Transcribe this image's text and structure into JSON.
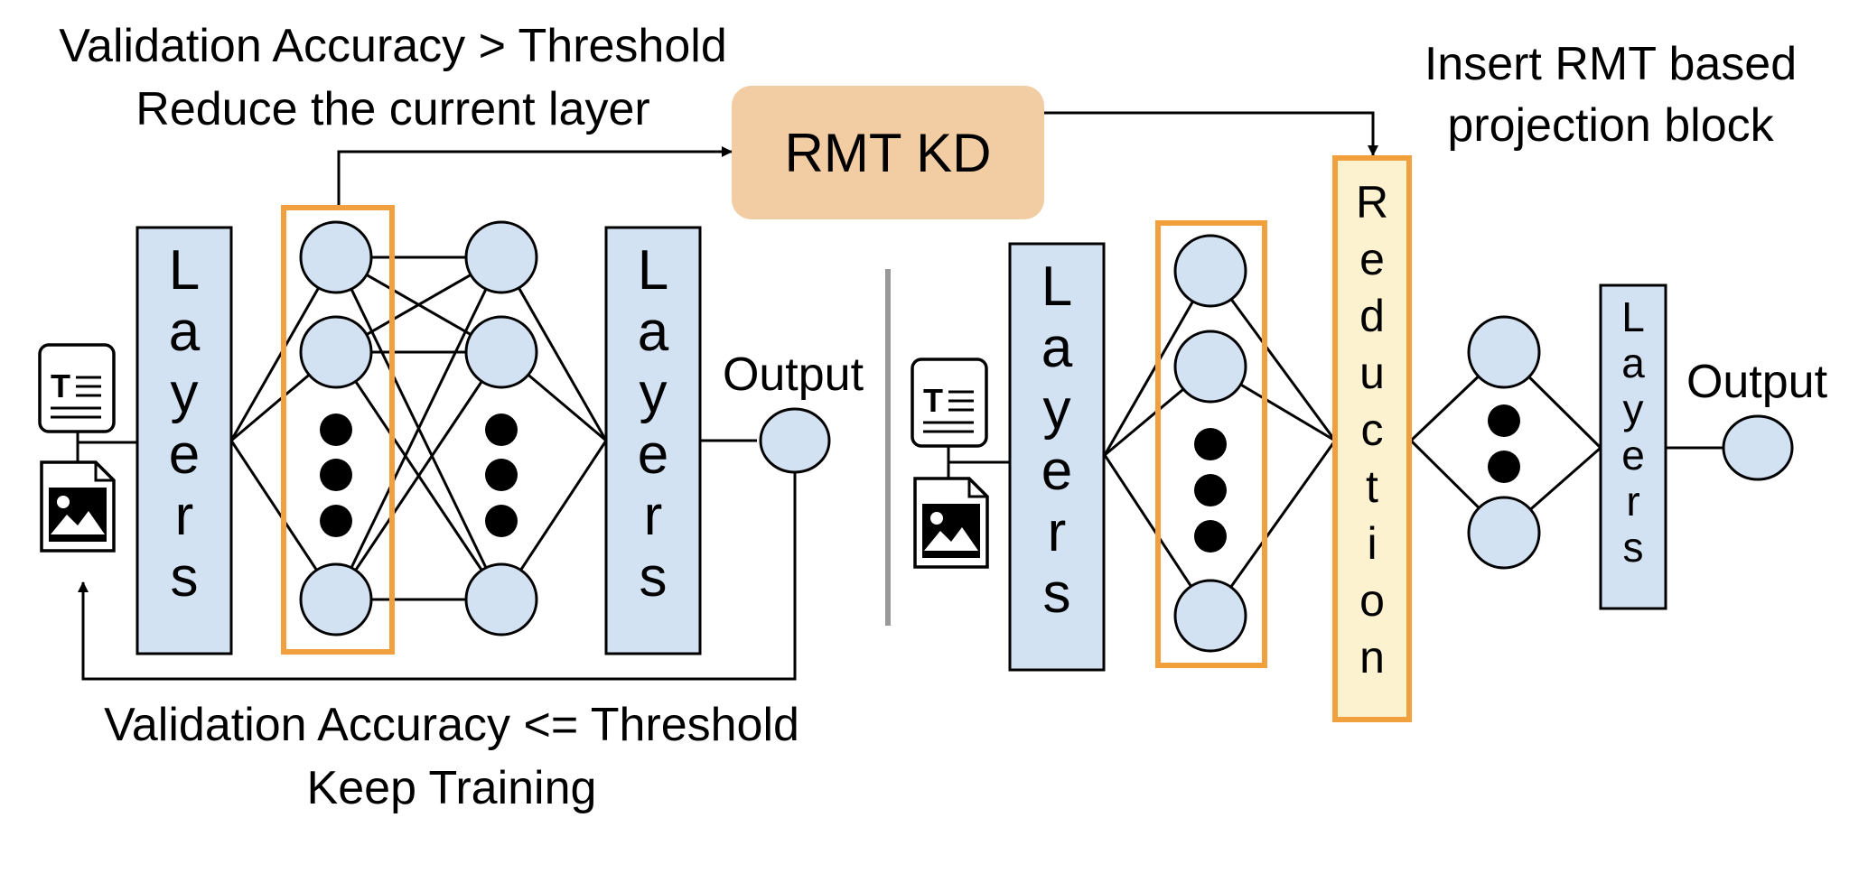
{
  "left": {
    "top_caption": [
      "Validation Accuracy > Threshold",
      "Reduce the current layer"
    ],
    "bottom_caption": [
      "Validation Accuracy <= Threshold",
      "Keep Training"
    ],
    "layers_label": "Layers",
    "output_label": "Output"
  },
  "rmt_kd_label": "RMT KD",
  "right": {
    "top_caption": [
      "Insert RMT based",
      "projection block"
    ],
    "layers_label": "Layers",
    "reduction_label": "Reduction",
    "output_label": "Output"
  },
  "icons": [
    "text-document-icon",
    "image-file-icon"
  ],
  "colors": {
    "node_fill": "#d3e2f3",
    "highlight_border": "#f0a03c",
    "rmt_kd_fill": "#f2cca3",
    "reduction_fill": "#fdf2cf",
    "divider": "#999999"
  }
}
